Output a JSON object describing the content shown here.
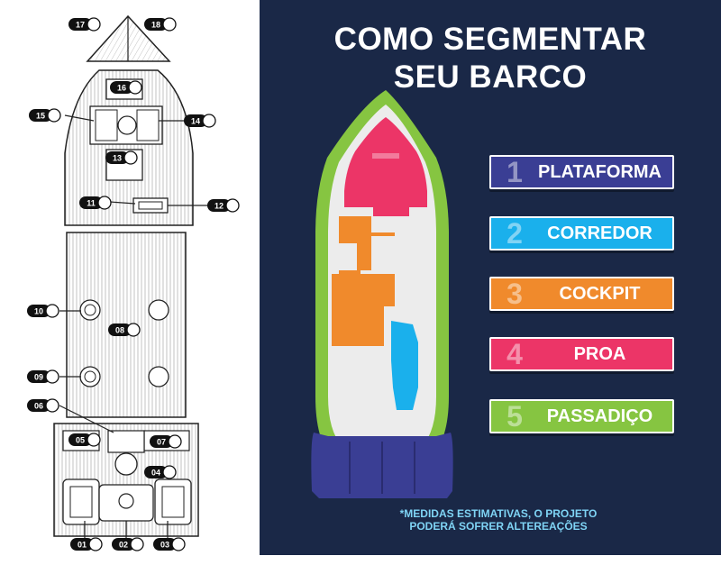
{
  "title_line1": "COMO SEGMENTAR",
  "title_line2": "SEU BARCO",
  "segments": [
    {
      "num": "1",
      "label": "PLATAFORMA",
      "color": "#3a3e94"
    },
    {
      "num": "2",
      "label": "CORREDOR",
      "color": "#1ab0ec"
    },
    {
      "num": "3",
      "label": "COCKPIT",
      "color": "#f08a2c"
    },
    {
      "num": "4",
      "label": "PROA",
      "color": "#ec3567"
    },
    {
      "num": "5",
      "label": "PASSADIÇO",
      "color": "#86c541"
    }
  ],
  "note_line1": "*MEDIDAS ESTIMATIVAS, O PROJETO",
  "note_line2": "PODERÁ SOFRER ALTEREAÇÕES",
  "parts": [
    "01",
    "02",
    "03",
    "04",
    "05",
    "06",
    "07",
    "08",
    "09",
    "10",
    "11",
    "12",
    "13",
    "14",
    "15",
    "16",
    "17",
    "18"
  ]
}
